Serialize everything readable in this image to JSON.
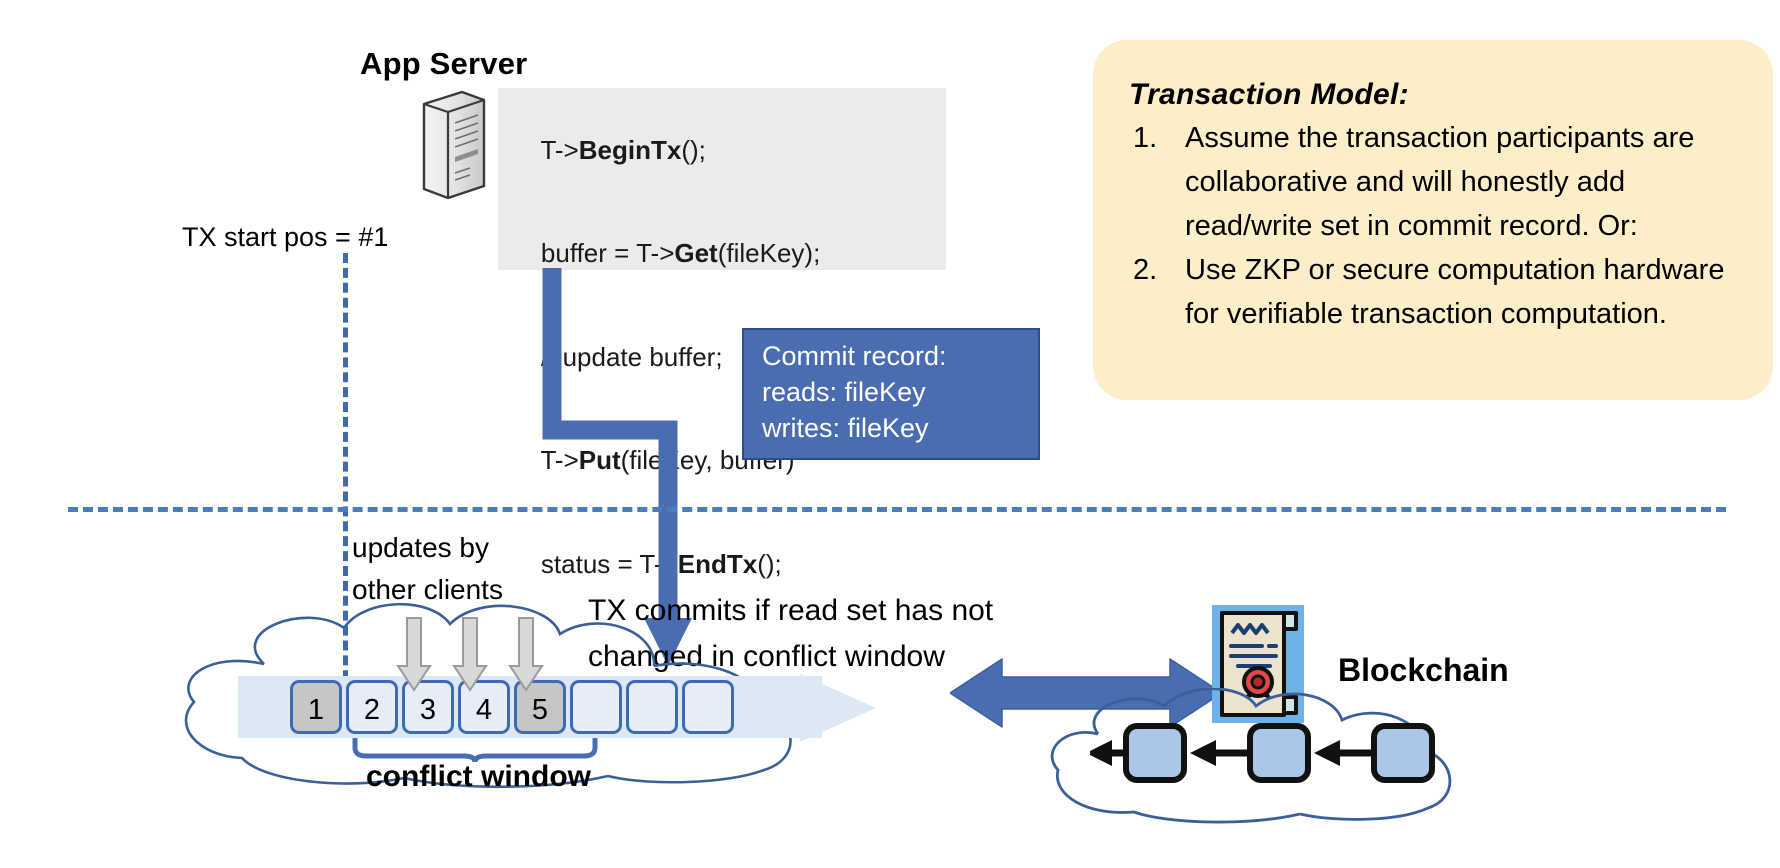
{
  "app_server": {
    "title": "App Server",
    "icon": "server-tower-icon",
    "code_lines": [
      {
        "pre": "T->",
        "bold": "BeginTx",
        "post": "();"
      },
      {
        "pre": "buffer = T->",
        "bold": "Get",
        "post": "(fileKey);"
      },
      {
        "pre": "// update buffer;",
        "bold": "",
        "post": ""
      },
      {
        "pre": "T->",
        "bold": "Put",
        "post": "(fileKey, buffer)"
      },
      {
        "pre": "status = T->",
        "bold": "EndTx",
        "post": "();"
      }
    ]
  },
  "tx_start": {
    "label": "TX start pos = #1"
  },
  "commit_record": {
    "lines": [
      "Commit record:",
      "reads: fileKey",
      "writes: fileKey"
    ]
  },
  "transaction_model": {
    "title": "Transaction Model:",
    "items": [
      {
        "num": "1.",
        "text": "Assume the transaction participants are collaborative and will honestly add read/write set in commit record.  Or:"
      },
      {
        "num": "2.",
        "text": "Use ZKP or secure computation hardware for verifiable transaction computation."
      }
    ]
  },
  "log": {
    "updates_label": "updates by\nother clients",
    "commits_label": "TX commits if read set has not\nchanged in conflict window",
    "conflict_window_label": "conflict window",
    "slots": [
      {
        "label": "1",
        "state": "gray"
      },
      {
        "label": "2",
        "state": "normal"
      },
      {
        "label": "3",
        "state": "normal"
      },
      {
        "label": "4",
        "state": "normal"
      },
      {
        "label": "5",
        "state": "gray"
      },
      {
        "label": "",
        "state": "empty"
      },
      {
        "label": "",
        "state": "empty"
      },
      {
        "label": "",
        "state": "empty"
      }
    ],
    "update_arrow_count": 3,
    "commit_target_slot": "5"
  },
  "blockchain": {
    "label": "Blockchain",
    "cert_icon": "certificate-seal-icon",
    "link_arrow_icon": "double-headed-arrow-icon",
    "block_count": 3
  },
  "colors": {
    "accent_blue": "#4a6cb0",
    "dashed_blue": "#4a7ebb",
    "callout_yellow": "#fbeec9",
    "code_bg": "#ebebeb",
    "slot_fill": "#e4edf8",
    "slot_gray": "#c6c6c6",
    "strip_fill": "#dde8f5",
    "cert_bg": "#6db2e8",
    "bc_block_fill": "#a9c7e8",
    "seal_red": "#e0484a"
  }
}
